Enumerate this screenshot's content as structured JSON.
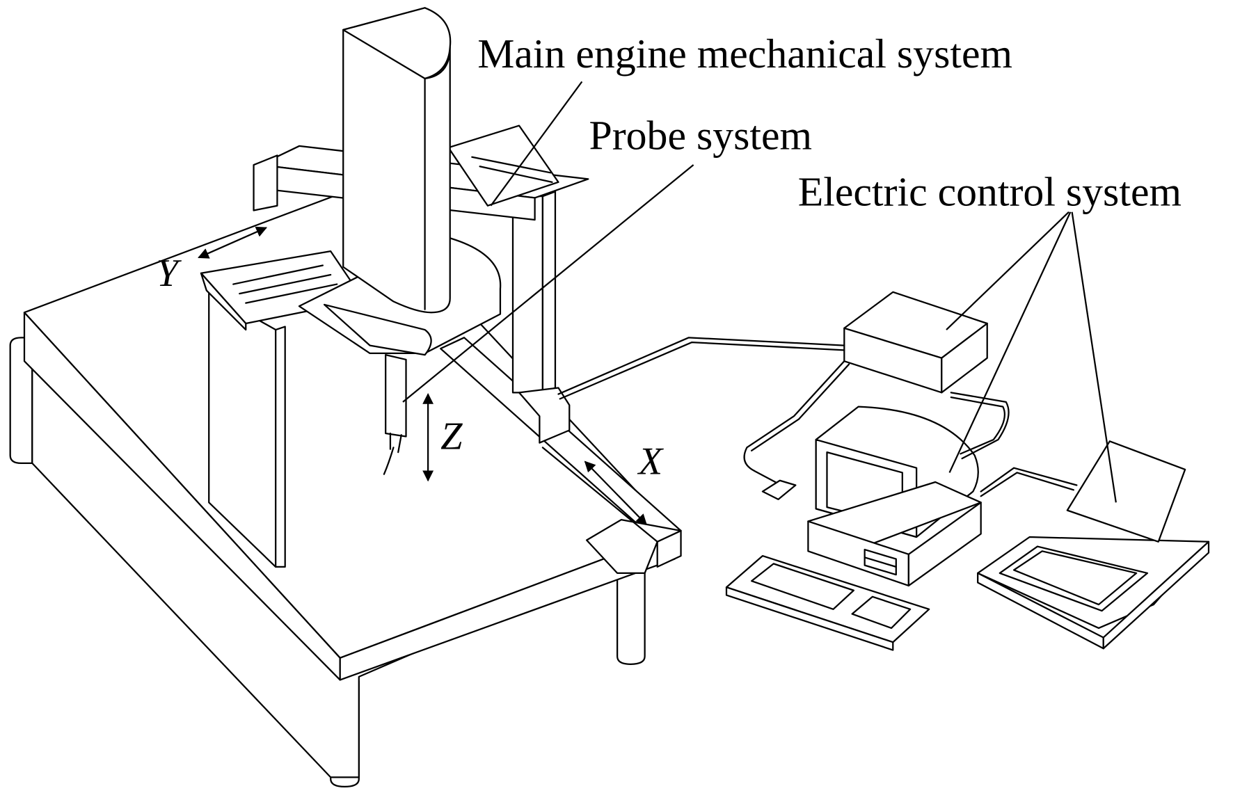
{
  "labels": {
    "main_engine": "Main engine mechanical system",
    "probe": "Probe system",
    "electric_control": "Electric control system"
  },
  "axes": {
    "x": "X",
    "y": "Y",
    "z": "Z"
  },
  "colors": {
    "line": "#000000",
    "background": "#ffffff"
  }
}
